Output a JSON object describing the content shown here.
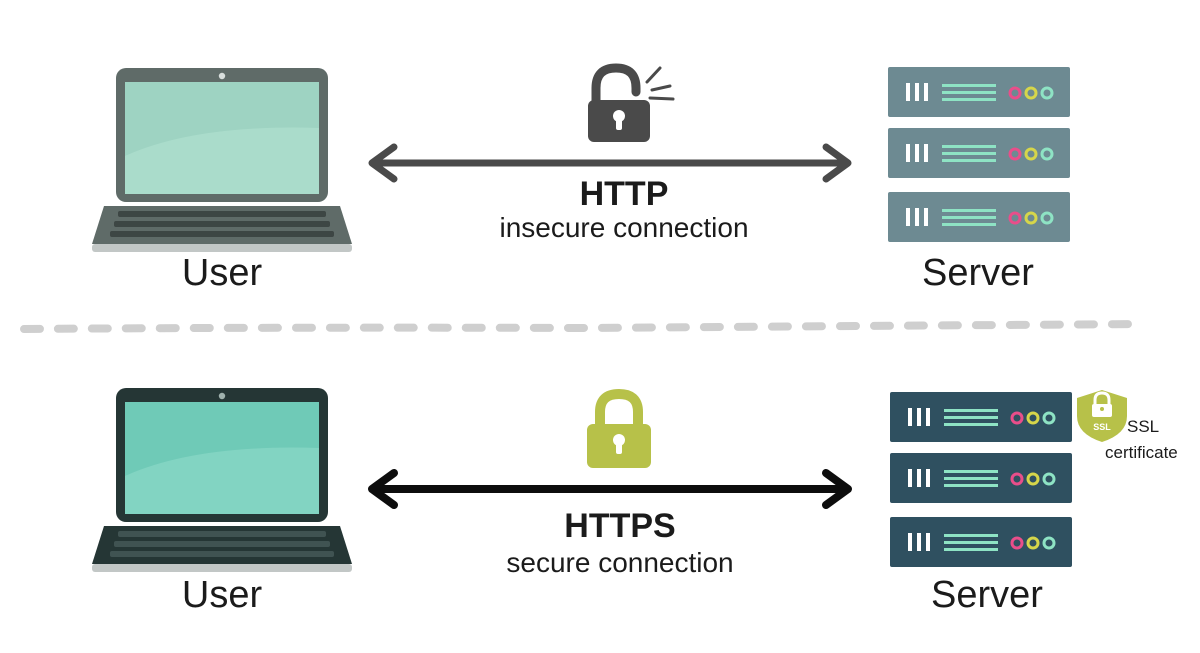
{
  "insecure": {
    "protocol": "HTTP",
    "description": "insecure connection",
    "left_label": "User",
    "right_label": "Server",
    "lock_icon": "unlocked-padlock-icon"
  },
  "secure": {
    "protocol": "HTTPS",
    "description": "secure connection",
    "left_label": "User",
    "right_label": "Server",
    "lock_icon": "locked-padlock-icon",
    "badge_line1": "SSL",
    "badge_line2": "certificate",
    "badge_text": "SSL"
  },
  "colors": {
    "laptop_top": "#5f6b68",
    "laptop_top_screen": "#9ed3c2",
    "laptop_bottom": "#253635",
    "laptop_bottom_screen": "#6fcab7",
    "server_top": "#6d8a92",
    "server_bottom": "#2f5060",
    "arrow_top": "#4a4a4a",
    "arrow_bottom": "#0d0d0d",
    "lock_open": "#4a4a4a",
    "lock_closed": "#b7c149",
    "divider": "#cfcfcf"
  }
}
